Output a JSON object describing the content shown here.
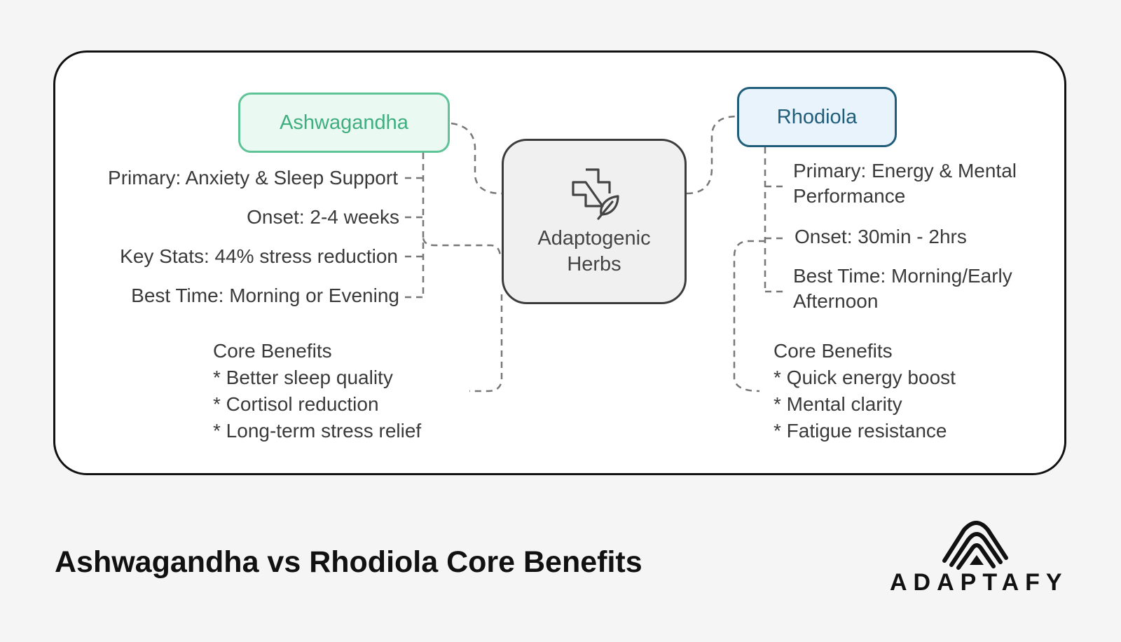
{
  "diagram": {
    "center": {
      "line1": "Adaptogenic",
      "line2": "Herbs",
      "icon": "medical-cross-leaf-icon"
    },
    "left": {
      "title": "Ashwagandha",
      "accent": "#5fc398",
      "attributes": [
        "Primary: Anxiety & Sleep Support",
        "Onset: 2-4 weeks",
        "Key Stats: 44% stress reduction",
        "Best Time: Morning or Evening"
      ],
      "core_benefits": {
        "heading": "Core Benefits",
        "items": [
          "* Better sleep quality",
          "* Cortisol reduction",
          "* Long-term stress relief"
        ]
      }
    },
    "right": {
      "title": "Rhodiola",
      "accent": "#1f5d7a",
      "attributes": [
        {
          "line1": "Primary: Energy & Mental",
          "line2": "Performance"
        },
        {
          "line1": "Onset: 30min - 2hrs"
        },
        {
          "line1": "Best Time: Morning/Early",
          "line2": "Afternoon"
        }
      ],
      "core_benefits": {
        "heading": "Core Benefits",
        "items": [
          "* Quick energy boost",
          "* Mental clarity",
          "* Fatigue resistance"
        ]
      }
    }
  },
  "footer": {
    "title": "Ashwagandha vs Rhodiola Core Benefits",
    "brand": "ADAPTAFY"
  }
}
